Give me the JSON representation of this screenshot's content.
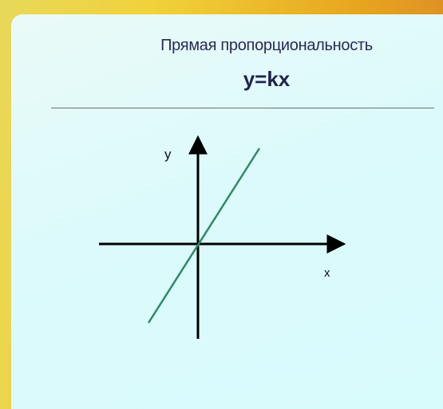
{
  "slide": {
    "title": "Прямая пропорциональность",
    "formula": "y=kx"
  },
  "diagram": {
    "y_axis_label": "y",
    "x_axis_label": "x",
    "line_color": "#2e8b62",
    "axis_color": "#000000"
  }
}
